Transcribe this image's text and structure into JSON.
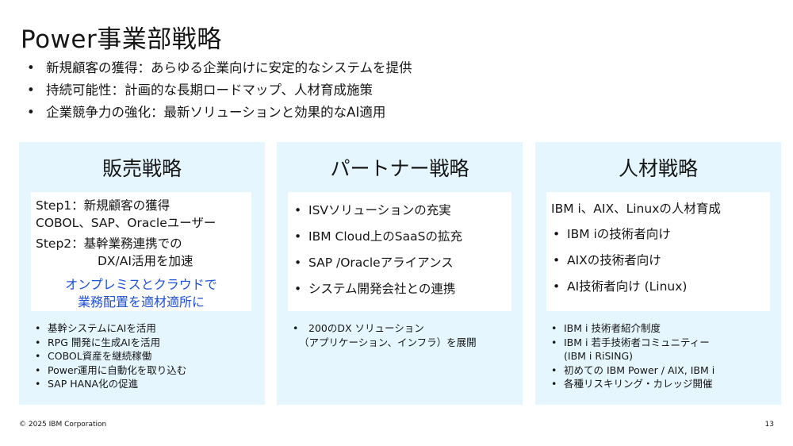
{
  "slide": {
    "title": "Power事業部戦略",
    "bullets": [
      "新規顧客の獲得：あらゆる企業向けに安定的なシステムを提供",
      "持続可能性：計画的な長期ロードマップ、人材育成施策",
      "企業競争力の強化：最新ソリューションと効果的なAI適用"
    ]
  },
  "sales": {
    "title": "販売戦略",
    "step1_line1": "Step1：新規顧客の獲得",
    "step1_line2": "COBOL、SAP、Oracleユーザー",
    "step2_line1": "Step2：基幹業務連携での",
    "step2_line2": "DX/AI活用を加速",
    "highlight_line1": "オンプレミスとクラウドで",
    "highlight_line2": "業務配置を適材適所に",
    "items": [
      "基幹システムにAIを活用",
      "RPG 開発に生成AIを活用",
      "COBOL資産を継続稼働",
      "Power運用に自動化を取り込む",
      "SAP HANA化の促進"
    ]
  },
  "partner": {
    "title": "パートナー戦略",
    "box_items": [
      "ISVソリューションの充実",
      "IBM Cloud上のSaaSの拡充",
      "SAP /Oracleアライアンス",
      "システム開発会社との連携"
    ],
    "item1_line1": "200のDX ソリューション",
    "item1_line2": "（アプリケーション、インフラ）を展開"
  },
  "talent": {
    "title": "人材戦略",
    "box_heading": "IBM i、AIX、Linuxの人材育成",
    "box_items": [
      "IBM iの技術者向け",
      "AIXの技術者向け",
      "AI技術者向け (Linux)"
    ],
    "item1": "IBM i 技術者紹介制度",
    "item2_line1": "IBM i 若手技術者コミュニティー",
    "item2_line2": "(IBM i RiSING)",
    "item3": "初めての IBM Power / AIX, IBM i",
    "item4": "各種リスキリング・カレッジ開催"
  },
  "footer": {
    "copyright": "© 2025 IBM Corporation",
    "page": "13"
  },
  "colors": {
    "panel_bg": "#e5f6ff",
    "highlight_text": "#1d4fd8"
  }
}
